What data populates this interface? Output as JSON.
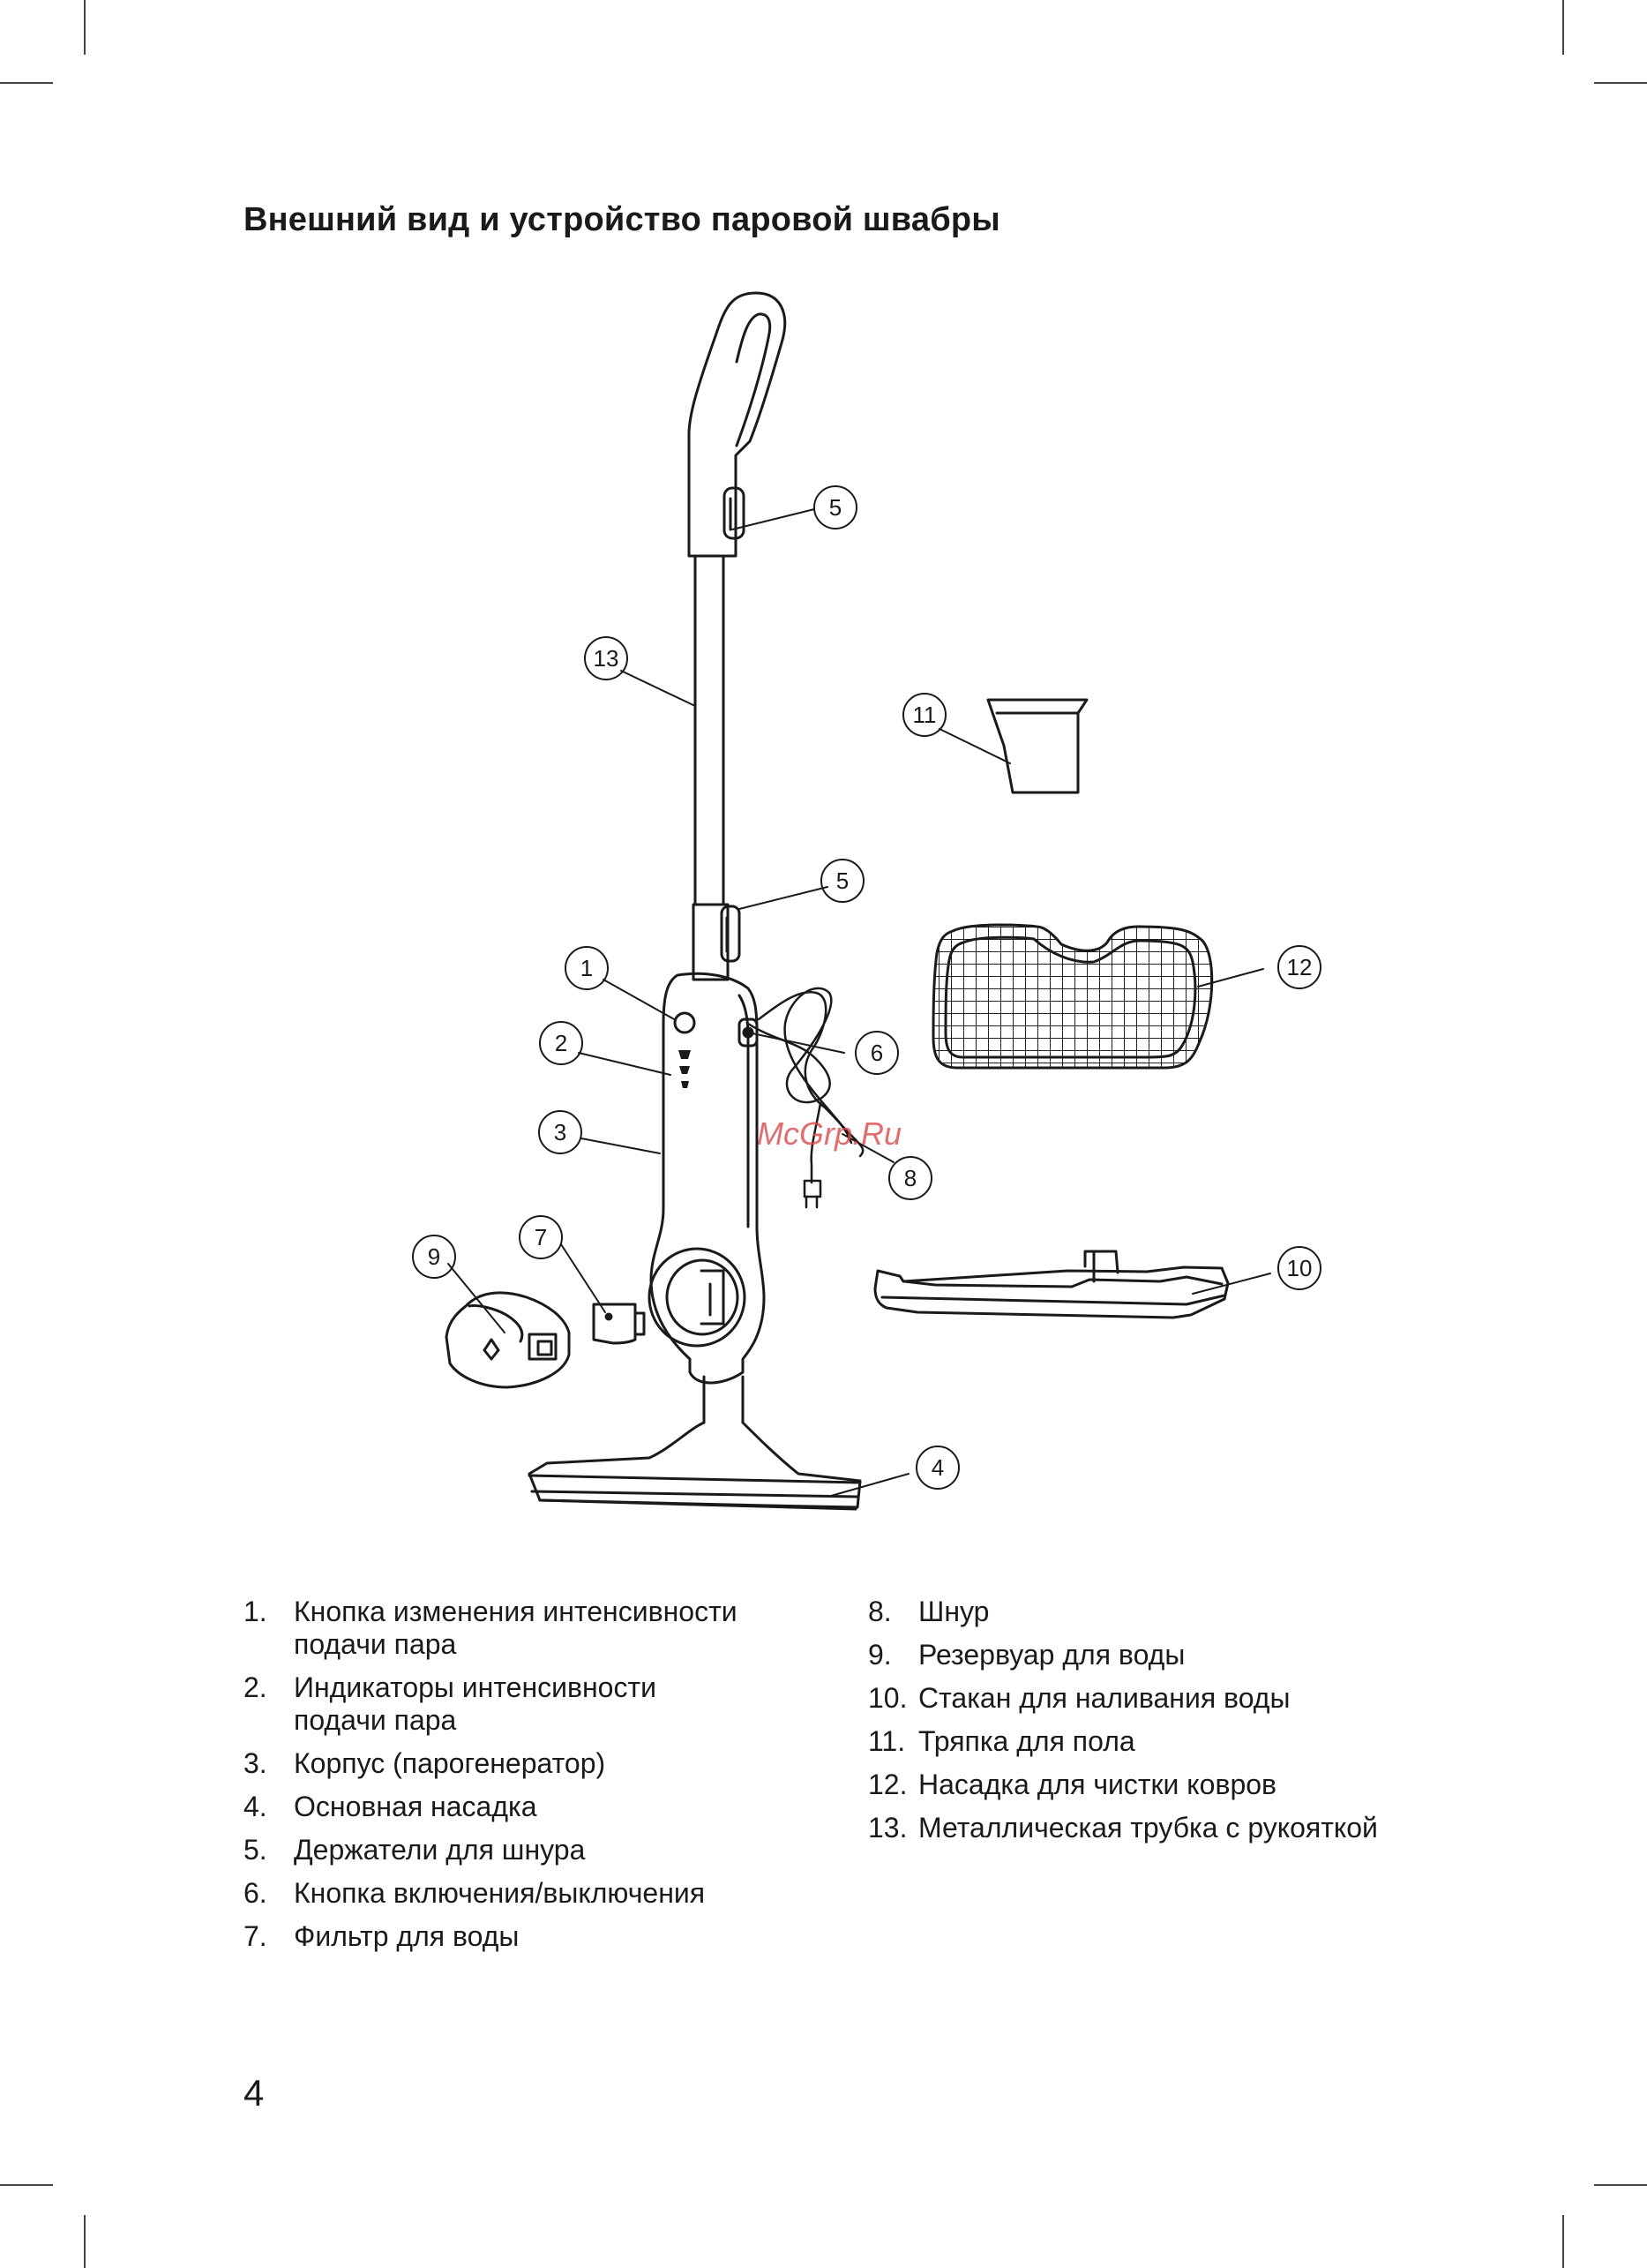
{
  "title": "Внешний вид и устройство паровой швабры",
  "watermark": "McGrp.Ru",
  "page_number": "4",
  "callouts": [
    "1",
    "2",
    "3",
    "4",
    "5",
    "5",
    "6",
    "7",
    "8",
    "9",
    "10",
    "11",
    "12",
    "13"
  ],
  "legend_left": [
    {
      "num": "1.",
      "text": "Кнопка изменения интенсивности\nподачи пара"
    },
    {
      "num": "2.",
      "text": "Индикаторы интенсивности\nподачи пара"
    },
    {
      "num": "3.",
      "text": "Корпус (парогенератор)"
    },
    {
      "num": "4.",
      "text": "Основная насадка"
    },
    {
      "num": "5.",
      "text": "Держатели для шнура"
    },
    {
      "num": "6.",
      "text": "Кнопка включения/выключения"
    },
    {
      "num": "7.",
      "text": "Фильтр для воды"
    }
  ],
  "legend_right": [
    {
      "num": "8.",
      "text": "Шнур"
    },
    {
      "num": "9.",
      "text": "Резервуар для воды"
    },
    {
      "num": "10.",
      "text": "Стакан для наливания воды"
    },
    {
      "num": "11.",
      "text": "Тряпка для пола"
    },
    {
      "num": "12.",
      "text": "Насадка для чистки ковров"
    },
    {
      "num": "13.",
      "text": "Металлическая трубка с рукояткой"
    }
  ]
}
